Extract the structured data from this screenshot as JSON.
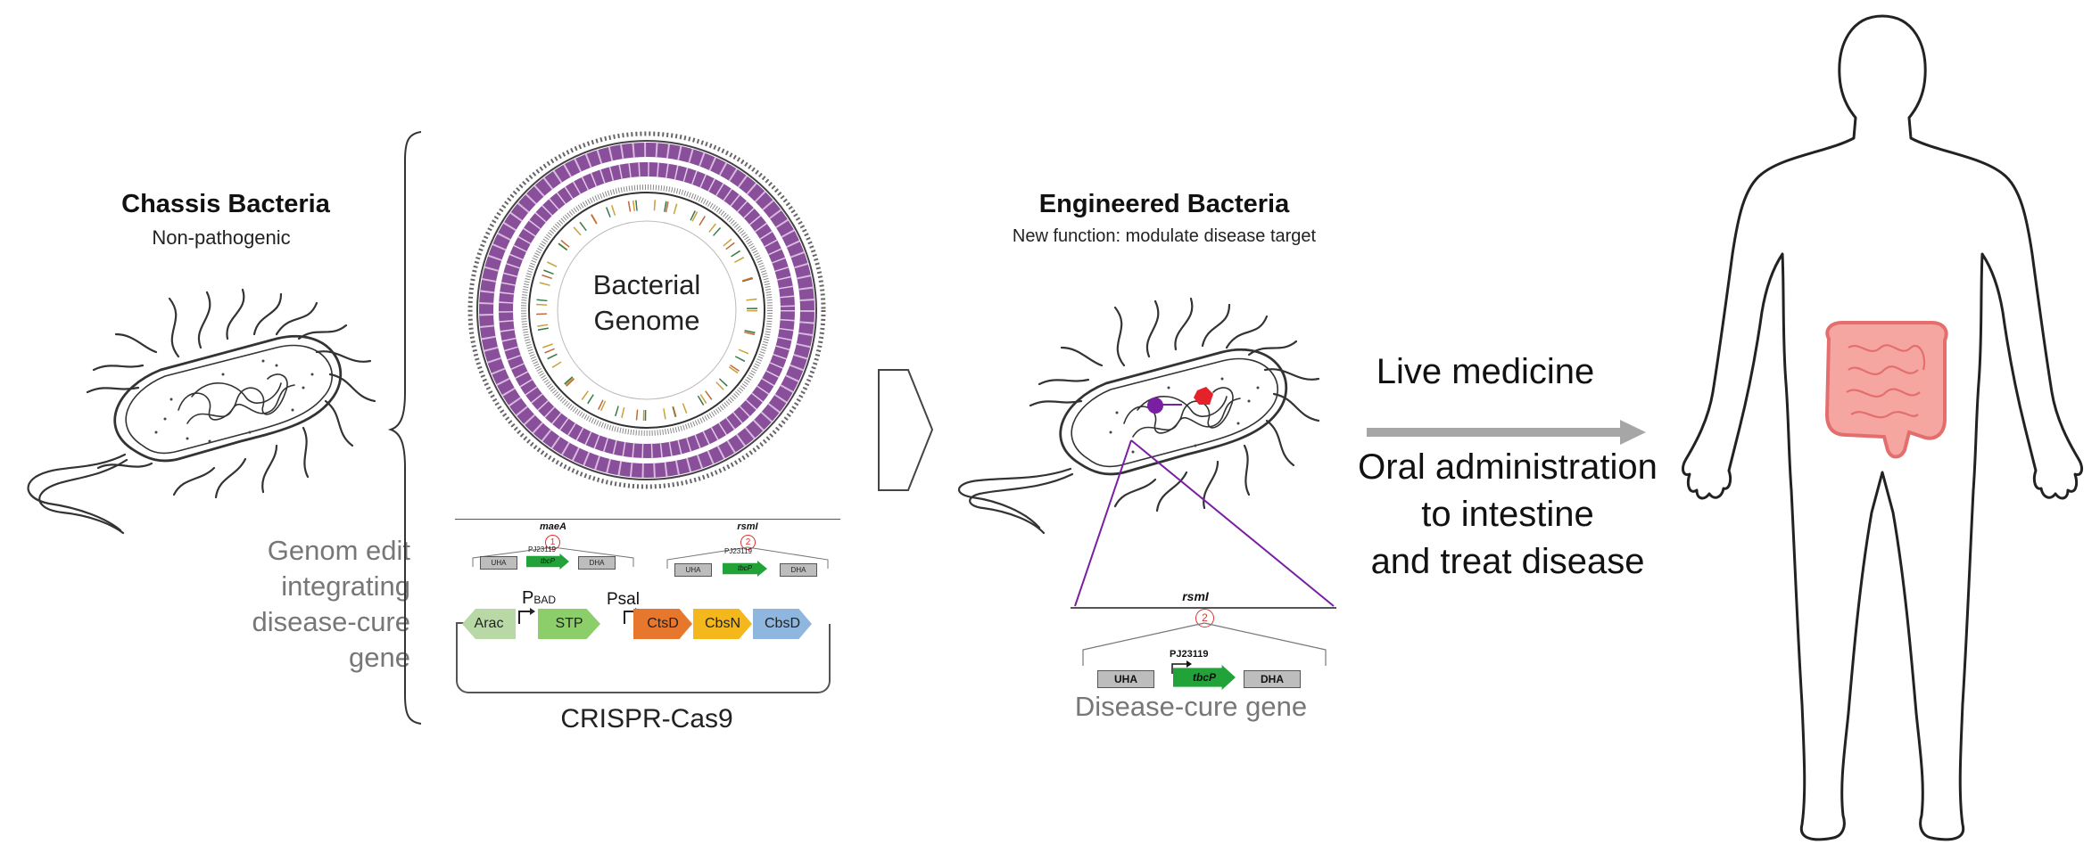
{
  "chassis": {
    "title": "Chassis Bacteria",
    "subtitle": "Non-pathogenic"
  },
  "genome_edit": {
    "lines": [
      "Genom edit",
      "integrating",
      "disease-cure",
      "gene"
    ]
  },
  "genome": {
    "label_line1": "Bacterial",
    "label_line2": "Genome"
  },
  "constructs": {
    "site1": {
      "gene": "maeA",
      "number": "1",
      "promoter": "PJ23119",
      "left": "UHA",
      "insert": "tbcP",
      "right": "DHA"
    },
    "site2": {
      "gene": "rsmI",
      "number": "2",
      "promoter": "PJ23119",
      "left": "UHA",
      "insert": "tbcP",
      "right": "DHA"
    }
  },
  "plasmid": {
    "promoter1_main": "P",
    "promoter1_sub": "BAD",
    "promoter2": "Psal",
    "parts": [
      "Arac",
      "STP",
      "CtsD",
      "CbsN",
      "CbsD"
    ],
    "part_colors": [
      "#b8d9a5",
      "#8ccf6a",
      "#e8772e",
      "#f5b81c",
      "#8fb6de"
    ],
    "caption": "CRISPR-Cas9"
  },
  "engineered": {
    "title": "Engineered Bacteria",
    "subtitle": "New function: modulate disease target"
  },
  "insert_detail": {
    "gene": "rsmI",
    "number": "2",
    "promoter": "PJ23119",
    "left": "UHA",
    "insert": "tbcP",
    "right": "DHA",
    "caption": "Disease-cure gene"
  },
  "delivery": {
    "label_top": "Live medicine",
    "label_bottom_lines": [
      "Oral administration",
      "to intestine",
      "and treat disease"
    ]
  },
  "colors": {
    "genome_ring": "#8a4f9a",
    "arrow": "#a6a6a6",
    "insert_green": "#22a33a",
    "intestine": "#f08a8a",
    "edit_line": "#7a1fa2"
  }
}
